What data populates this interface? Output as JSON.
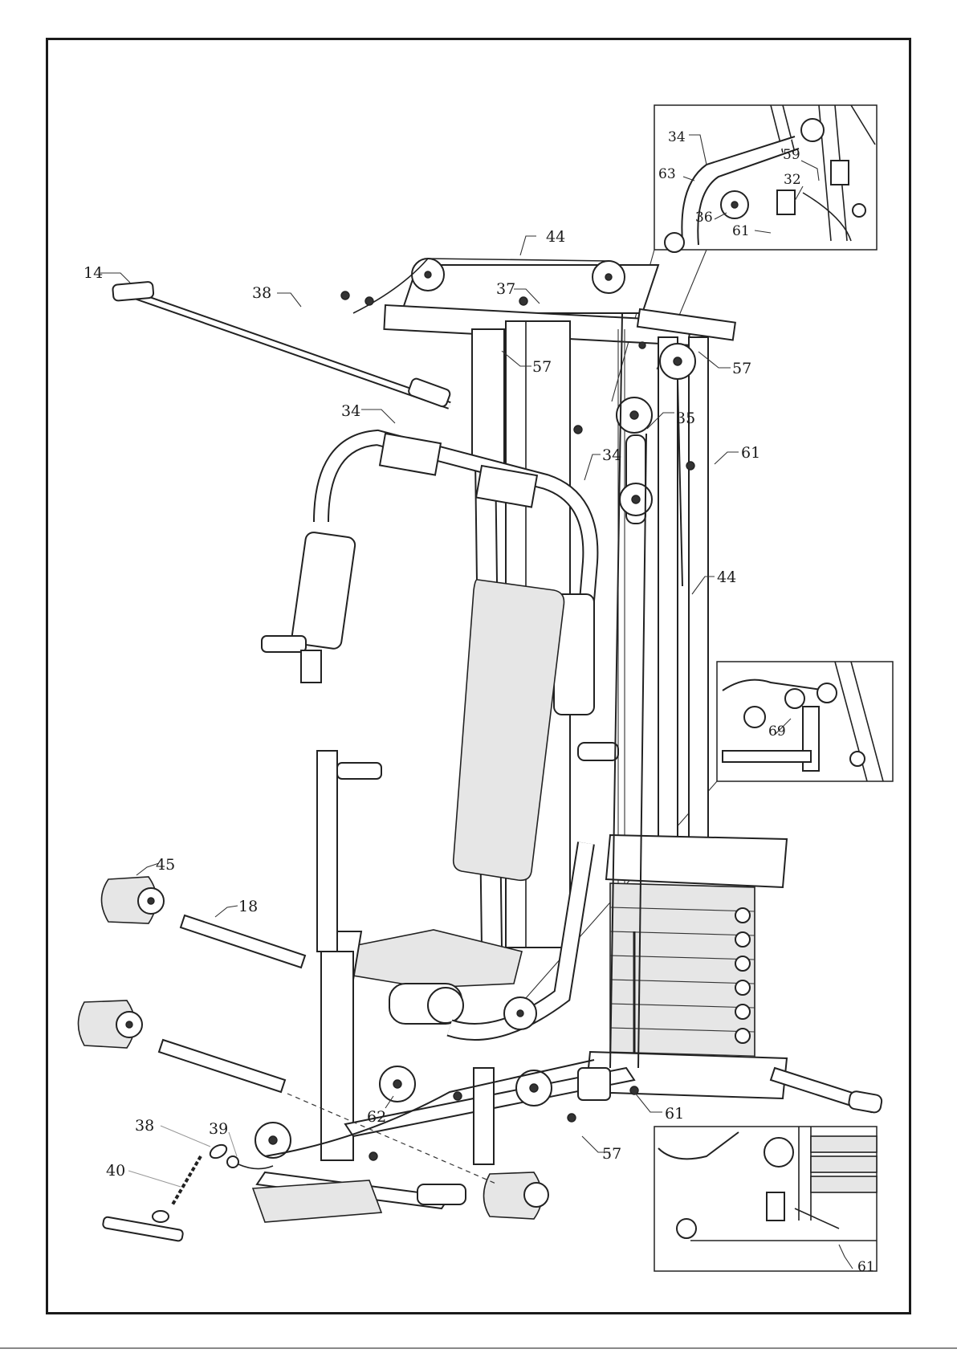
{
  "callouts": {
    "c14": "14",
    "c38_top": "38",
    "c44_top": "44",
    "c37": "37",
    "c57_mid": "57",
    "c57_right": "57",
    "c34_left": "34",
    "c34_mid": "34",
    "c35": "35",
    "c61_upper": "61",
    "c44_right": "44",
    "c45": "45",
    "c18": "18",
    "c62": "62",
    "c61_lower": "61",
    "c57_lower": "57",
    "c38_bottom": "38",
    "c39": "39",
    "c40": "40"
  },
  "inset_top": {
    "c34": "34",
    "c59": "59",
    "c63": "63",
    "c32": "32",
    "c36": "36",
    "c61": "61"
  },
  "inset_middle": {
    "c69": "69"
  },
  "inset_bottom": {
    "c61": "61"
  }
}
